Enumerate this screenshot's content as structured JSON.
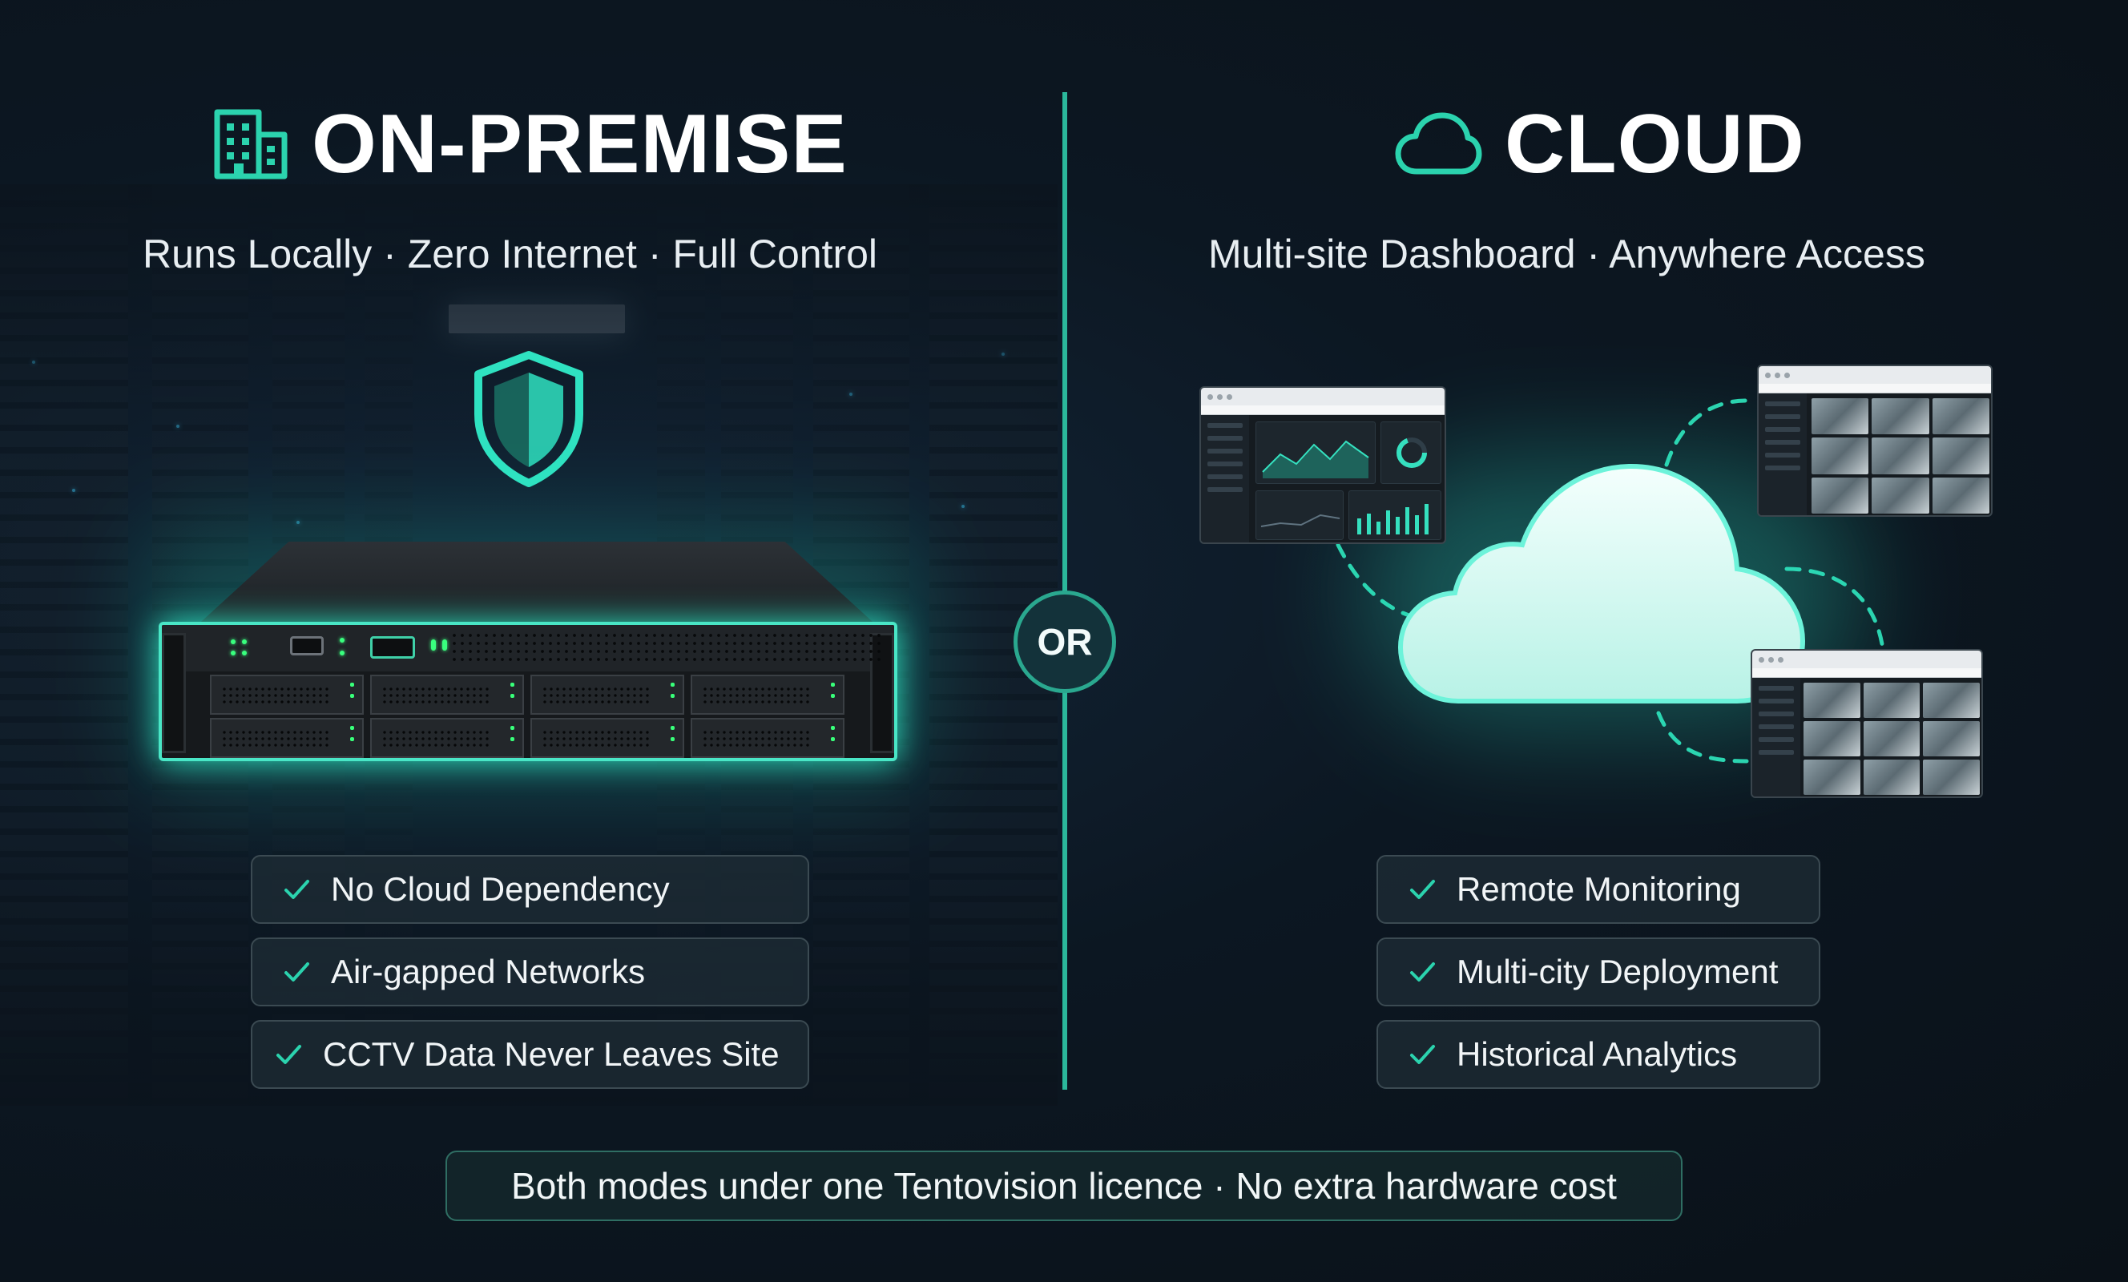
{
  "left": {
    "title": "ON-PREMISE",
    "title_icon": "building-icon",
    "subtitle": "Runs Locally · Zero Internet · Full Control",
    "features": [
      "No Cloud Dependency",
      "Air-gapped Networks",
      "CCTV Data Never Leaves Site"
    ]
  },
  "divider": {
    "label": "OR"
  },
  "right": {
    "title": "CLOUD",
    "title_icon": "cloud-icon",
    "subtitle": "Multi-site Dashboard · Anywhere Access",
    "features": [
      "Remote Monitoring",
      "Multi-city Deployment",
      "Historical Analytics"
    ]
  },
  "footer": {
    "text": "Both modes under one Tentovision licence · No extra hardware cost"
  },
  "colors": {
    "accent": "#2bb89b",
    "glow": "#49e6c6",
    "background": "#0b131b"
  }
}
